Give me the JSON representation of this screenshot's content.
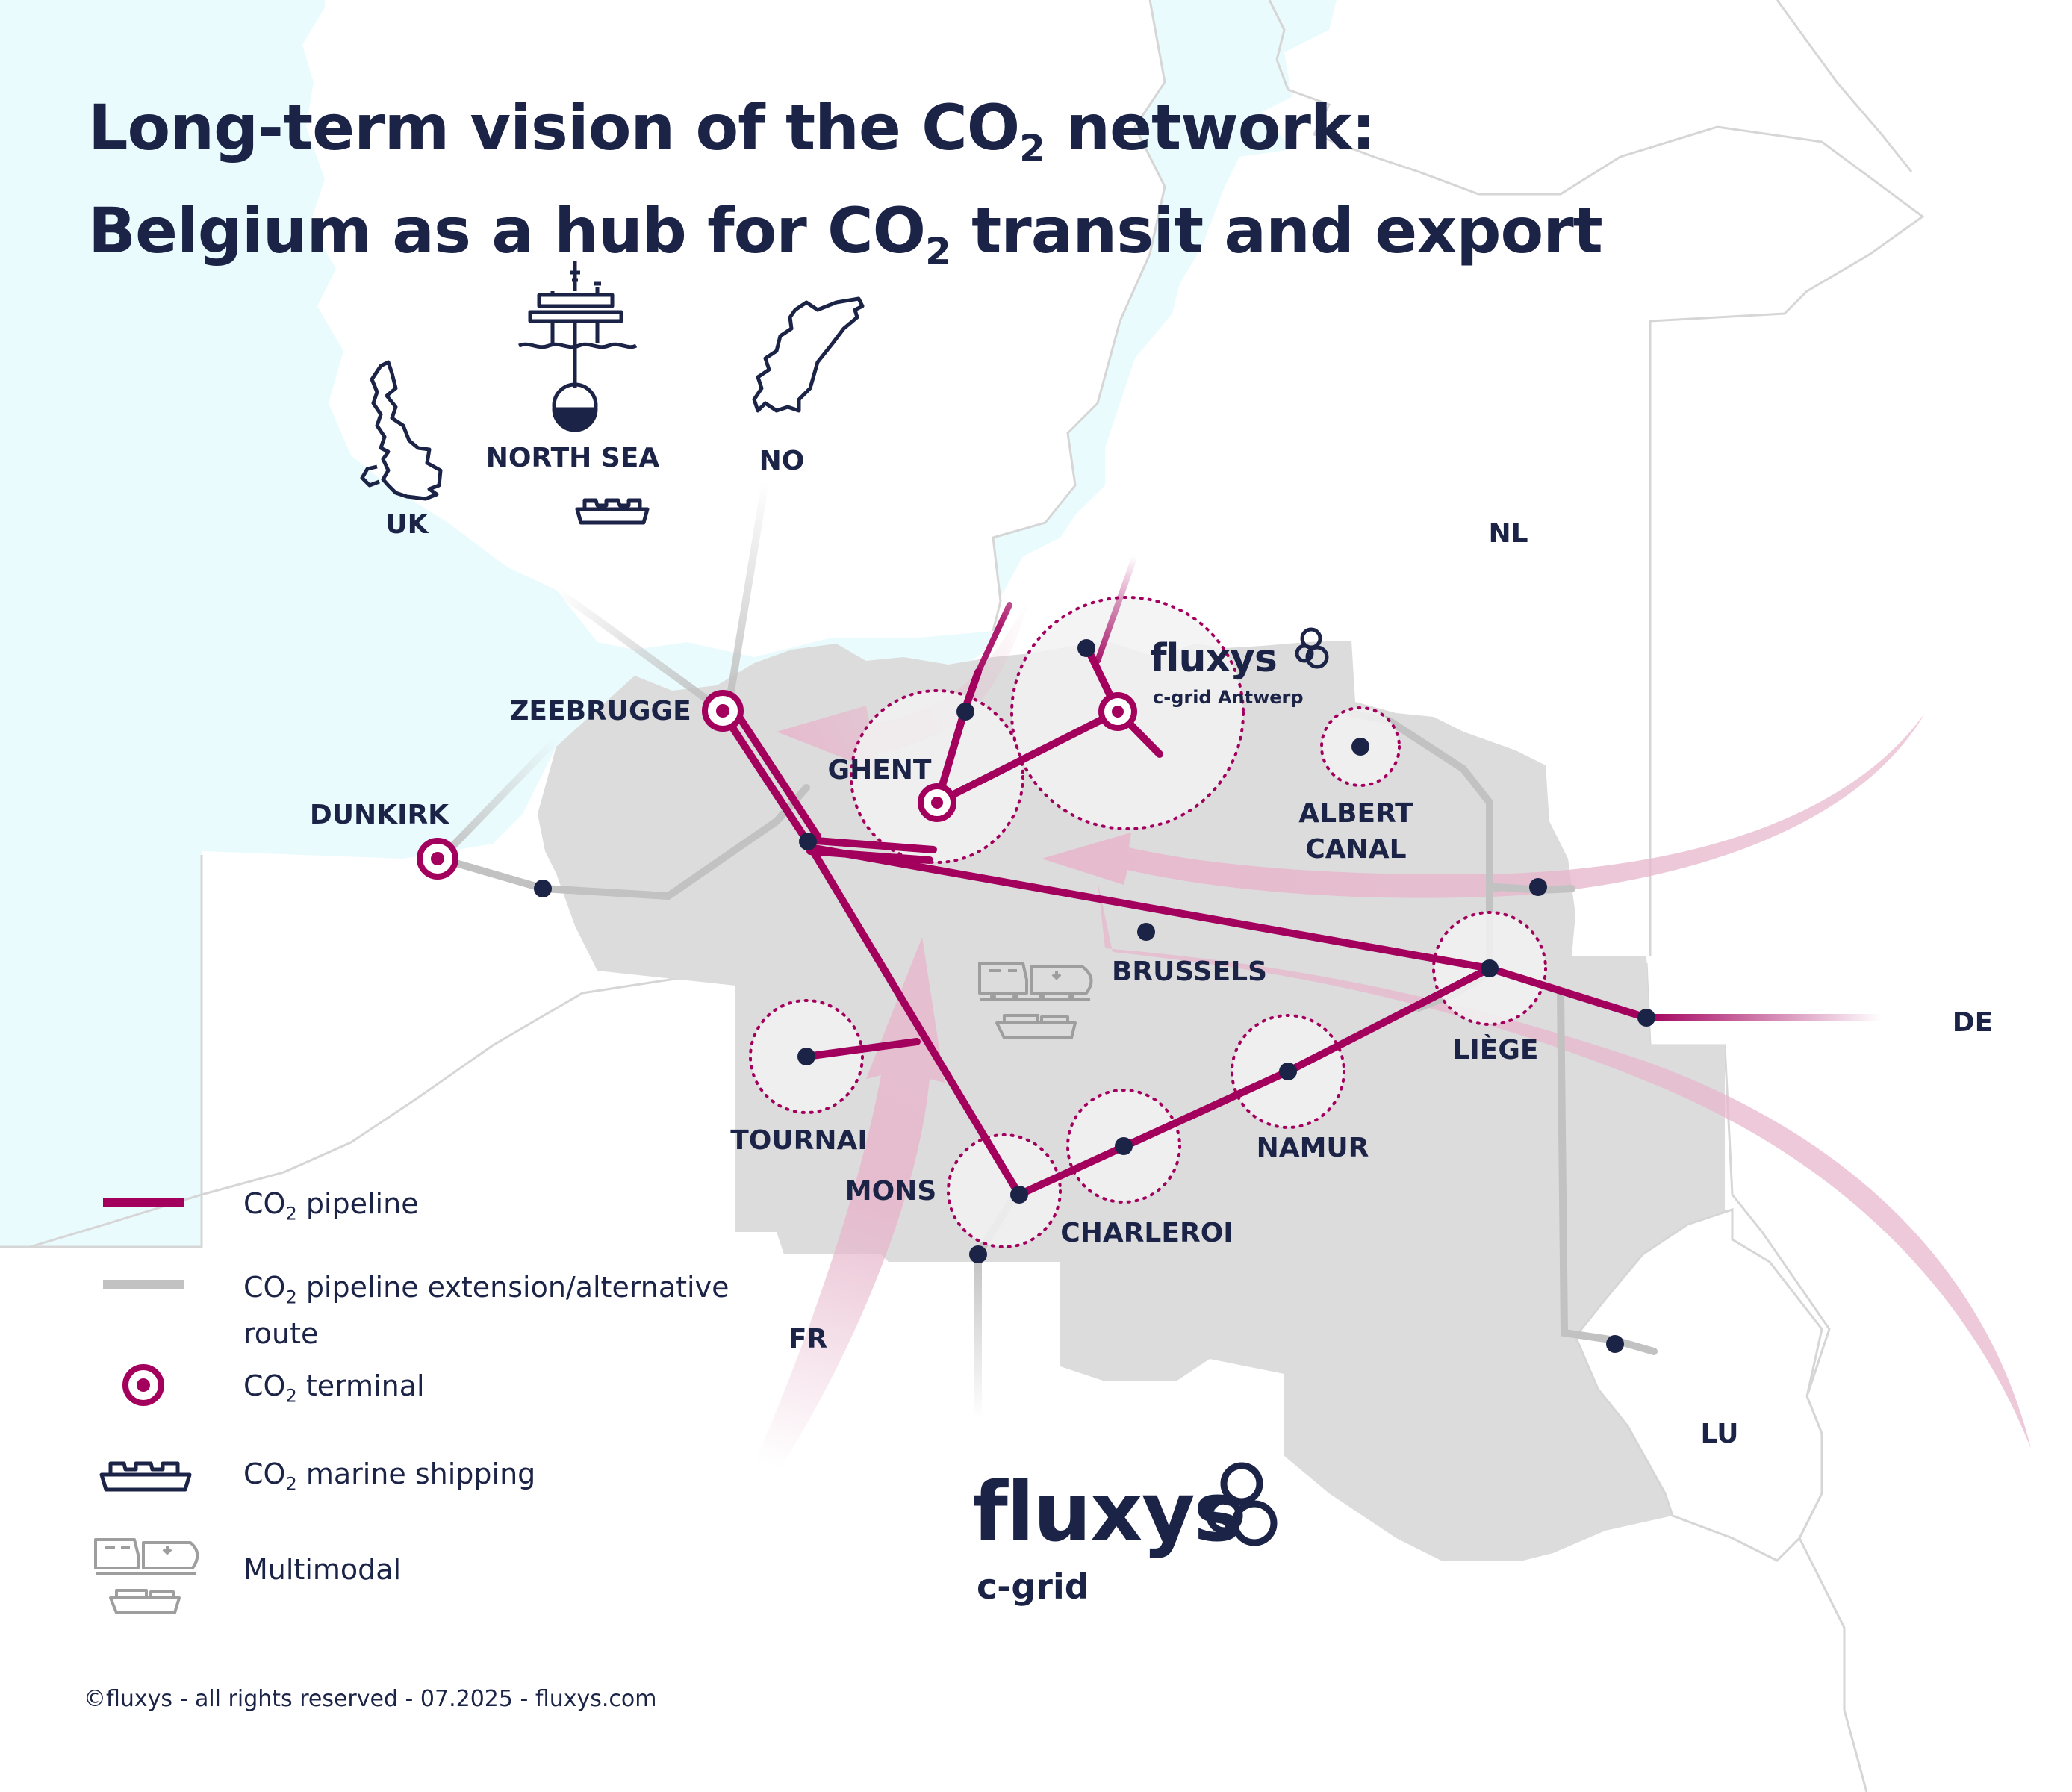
{
  "title": {
    "line1_pre": "Long-term vision of the CO",
    "line1_sub": "2",
    "line1_post": " network:",
    "line2_pre": "Belgium as a hub for CO",
    "line2_sub": "2",
    "line2_post": " transit and export"
  },
  "destinations": {
    "uk": "UK",
    "north_sea": "NORTH SEA",
    "no": "NO"
  },
  "countries": {
    "nl": "NL",
    "de": "DE",
    "fr": "FR",
    "lu": "LU"
  },
  "places": {
    "zeebrugge": "ZEEBRUGGE",
    "dunkirk": "DUNKIRK",
    "ghent": "GHENT",
    "albert_canal_1": "ALBERT",
    "albert_canal_2": "CANAL",
    "brussels": "BRUSSELS",
    "liege": "LIÈGE",
    "namur": "NAMUR",
    "charleroi": "CHARLEROI",
    "mons": "MONS",
    "tournai": "TOURNAI"
  },
  "brand": {
    "name": "fluxys",
    "antwerp_sub": "c-grid Antwerp",
    "cgrid_sub": "c-grid"
  },
  "legend": {
    "pipeline_pre": "CO",
    "pipeline_sub": "2",
    "pipeline_post": " pipeline",
    "extension_pre": "CO",
    "extension_sub": "2",
    "extension_post": " pipeline extension/alternative",
    "extension_line2": "route",
    "terminal_pre": "CO",
    "terminal_sub": "2",
    "terminal_post": " terminal",
    "shipping_pre": "CO",
    "shipping_sub": "2",
    "shipping_post": " marine shipping",
    "multimodal": "Multimodal"
  },
  "copyright": "©fluxys - all rights reserved - 07.2025 - fluxys.com",
  "colors": {
    "pipeline": "#a3005d",
    "extension": "#c2c2c2",
    "node": "#1b2347",
    "sea": "#eafbfd",
    "belgium": "#dcdcdc",
    "flow_arrow": "#e7b7cc"
  },
  "icons": {
    "uk": "uk-map-icon",
    "north_sea": "offshore-platform-icon",
    "no": "norway-map-icon",
    "shipping": "ship-icon",
    "multimodal": "train-barge-icon",
    "brand": "fluxys-logo-icon"
  }
}
